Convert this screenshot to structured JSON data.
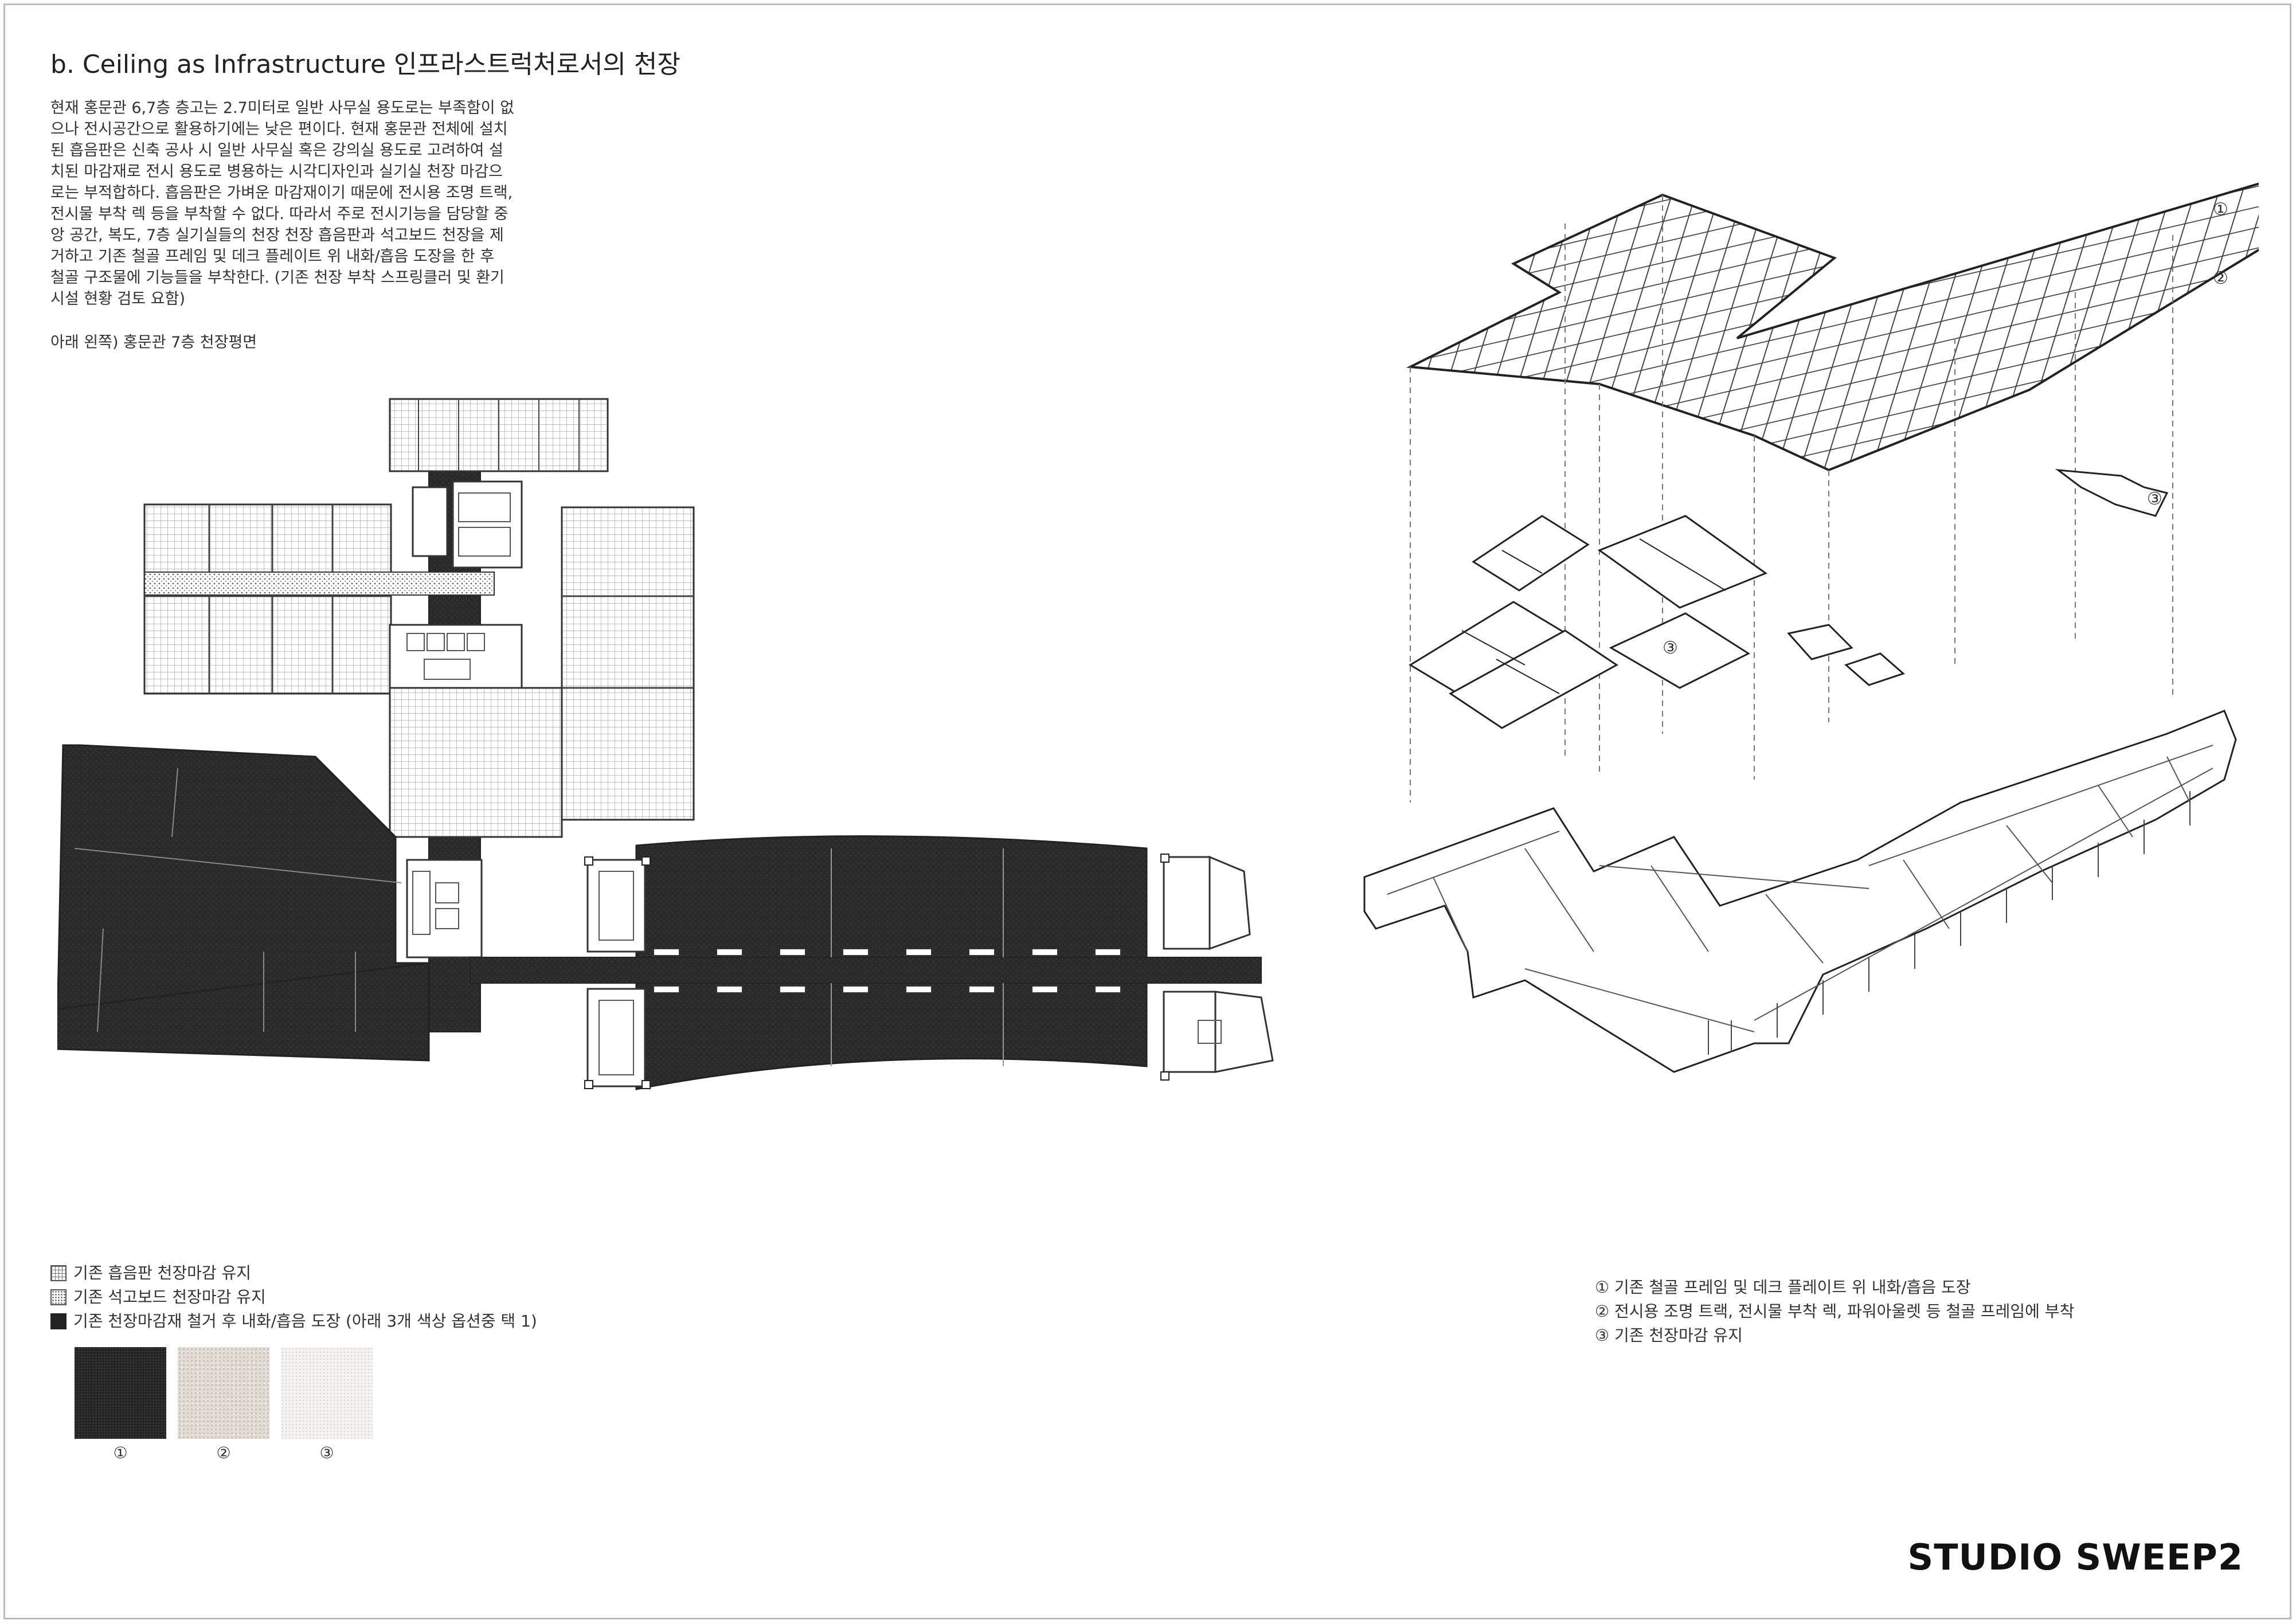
{
  "header": {
    "title": "b. Ceiling as Infrastructure 인프라스트럭처로서의 천장"
  },
  "description": {
    "lines": [
      "현재 홍문관 6,7층 층고는 2.7미터로 일반 사무실 용도로는 부족함이 없",
      "으나 전시공간으로 활용하기에는 낮은 편이다. 현재 홍문관 전체에 설치",
      "된 흡음판은 신축 공사 시 일반 사무실 혹은 강의실 용도로 고려하여 설",
      "치된 마감재로 전시 용도로 병용하는 시각디자인과 실기실 천장 마감으",
      "로는 부적합하다. 흡음판은 가벼운 마감재이기 때문에 전시용 조명 트랙,",
      "전시물 부착 렉 등을 부착할 수 없다. 따라서 주로 전시기능을 담당할 중",
      "앙 공간, 복도, 7층 실기실들의 천장 천장 흡음판과 석고보드 천장을 제",
      "거하고 기존 철골 프레임 및 데크 플레이트 위 내화/흡음 도장을 한 후",
      "철골 구조물에 기능들을 부착한다. (기존 천장 부착 스프링클러 및 환기",
      "시설 현황 검토 요함)"
    ],
    "caption": "아래 왼쪽) 홍문관 7층 천장평면"
  },
  "plan_legend": {
    "items": [
      {
        "swatch": "grid",
        "label": "기존 흡음판 천장마감 유지"
      },
      {
        "swatch": "dots",
        "label": "기존 석고보드 천장마감 유지"
      },
      {
        "swatch": "dark",
        "label": "기존 천장마감재 철거 후 내화/흡음 도장 (아래 3개 색상 옵션중 택 1)"
      }
    ]
  },
  "samples": [
    {
      "label": "①",
      "color": "#242424"
    },
    {
      "label": "②",
      "color": "#e2ddd4"
    },
    {
      "label": "③",
      "color": "#f4f3f1"
    }
  ],
  "axon": {
    "markers": {
      "m1": "①",
      "m2": "②",
      "m3a": "③",
      "m3b": "③"
    }
  },
  "axon_legend": {
    "items": [
      "① 기존 철골 프레임 및 데크 플레이트 위 내화/흡음 도장",
      "② 전시용 조명 트랙, 전시물 부착 렉, 파워아울렛 등 철골 프레임에 부착",
      "③ 기존 천장마감 유지"
    ]
  },
  "brand": {
    "name": "STUDIO SWEEP2"
  }
}
